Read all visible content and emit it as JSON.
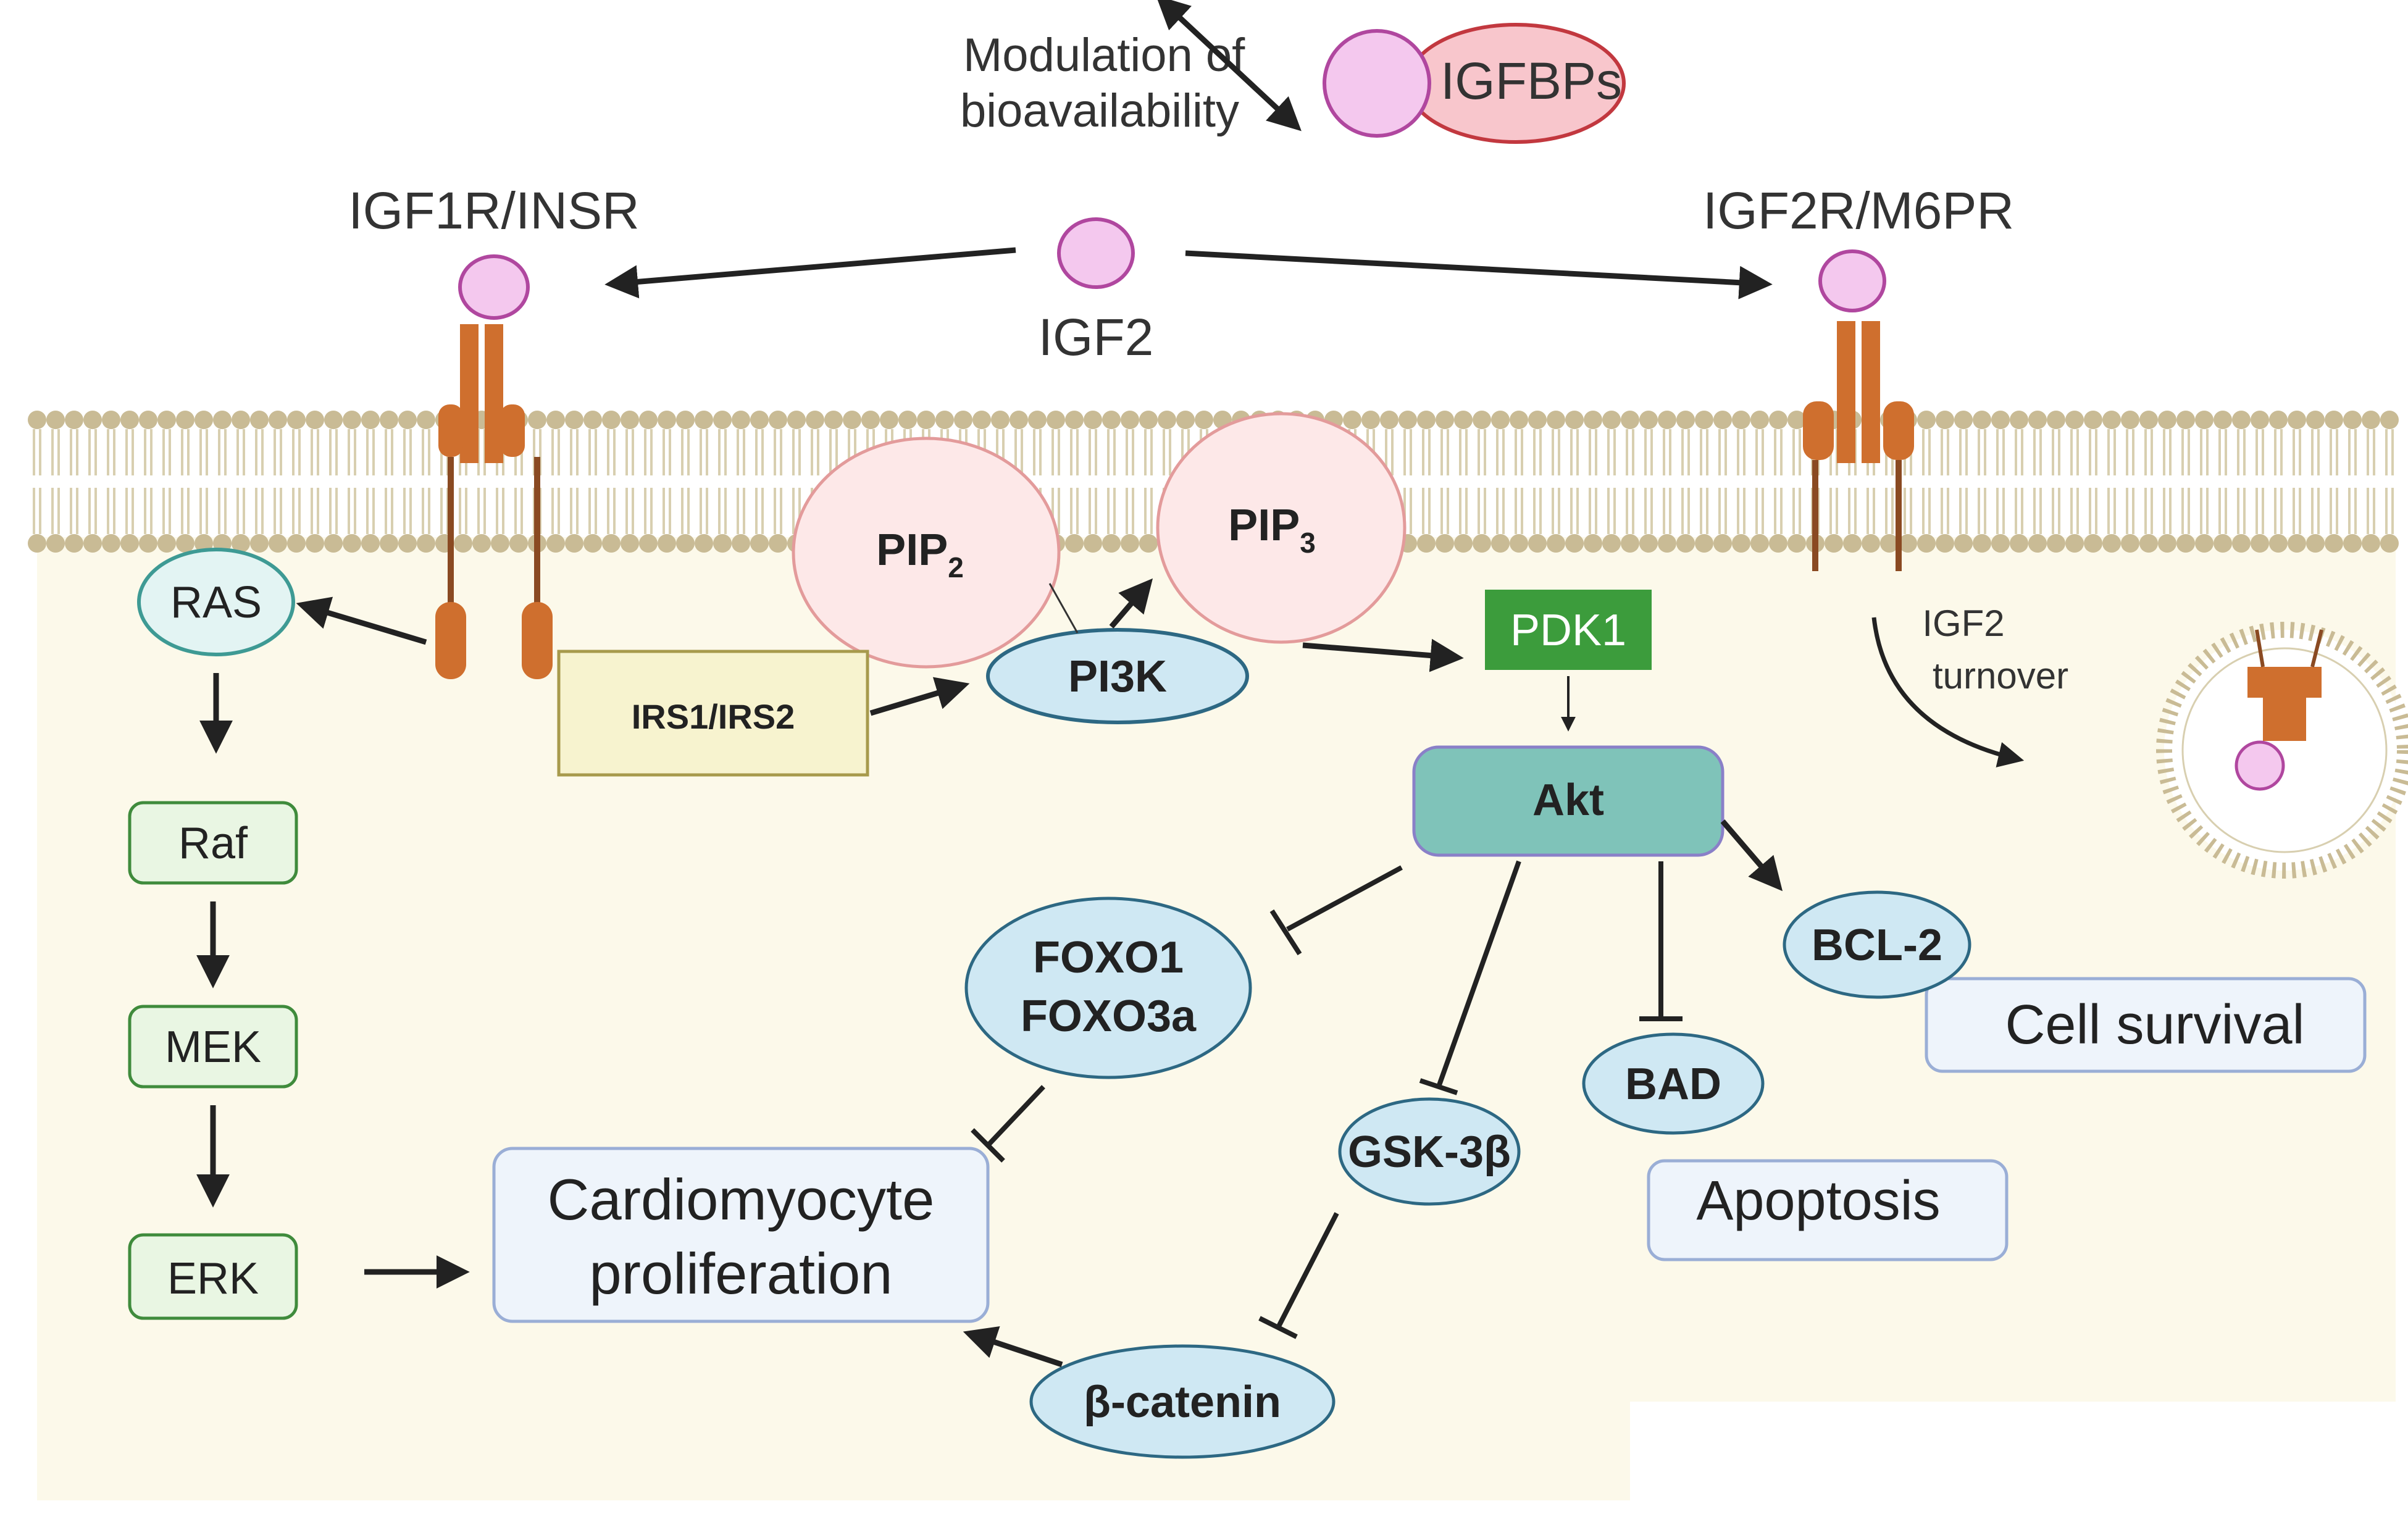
{
  "labels": {
    "modulation_line1": "Modulation of",
    "modulation_line2": "bioavailability",
    "igfbps": "IGFBPs",
    "igf1r": "IGF1R/INSR",
    "igf2r": "IGF2R/M6PR",
    "igf2": "IGF2",
    "pip2": "PIP",
    "pip2_sub": "2",
    "pip3": "PIP",
    "pip3_sub": "3",
    "ras": "RAS",
    "raf": "Raf",
    "mek": "MEK",
    "erk": "ERK",
    "irs": "IRS1/IRS2",
    "pi3k": "PI3K",
    "pdk1": "PDK1",
    "akt": "Akt",
    "turnover_line1": "IGF2",
    "turnover_line2": "turnover",
    "foxo1": "FOXO1",
    "foxo3a": "FOXO3a",
    "gsk3b": "GSK-3β",
    "bad": "BAD",
    "bcl2": "BCL-2",
    "cell_survival": "Cell survival",
    "apoptosis": "Apoptosis",
    "cardio_line1": "Cardiomyocyte",
    "cardio_line2": "proliferation",
    "beta_catenin": "β-catenin"
  },
  "colors": {
    "cytoplasm": "#fcf9ea",
    "membrane_head": "#c9bb95",
    "receptor": "#cf6f2e",
    "ligand": "#f4c8ee",
    "ligand_stroke": "#b0479f",
    "igfbp_fill": "#f8c6cc",
    "igfbp_stroke": "#c2383f",
    "blue_node": "#cfe8f3",
    "blue_stroke": "#2d6883",
    "green_box": "#e9f6e3",
    "green_stroke": "#3f8b3c",
    "pdk1_fill": "#3c9c3c",
    "akt_fill": "#7fc3b9",
    "irs_fill": "#f7f3cf",
    "outcome_fill": "#eef4fb",
    "outcome_stroke": "#9aaed6"
  }
}
